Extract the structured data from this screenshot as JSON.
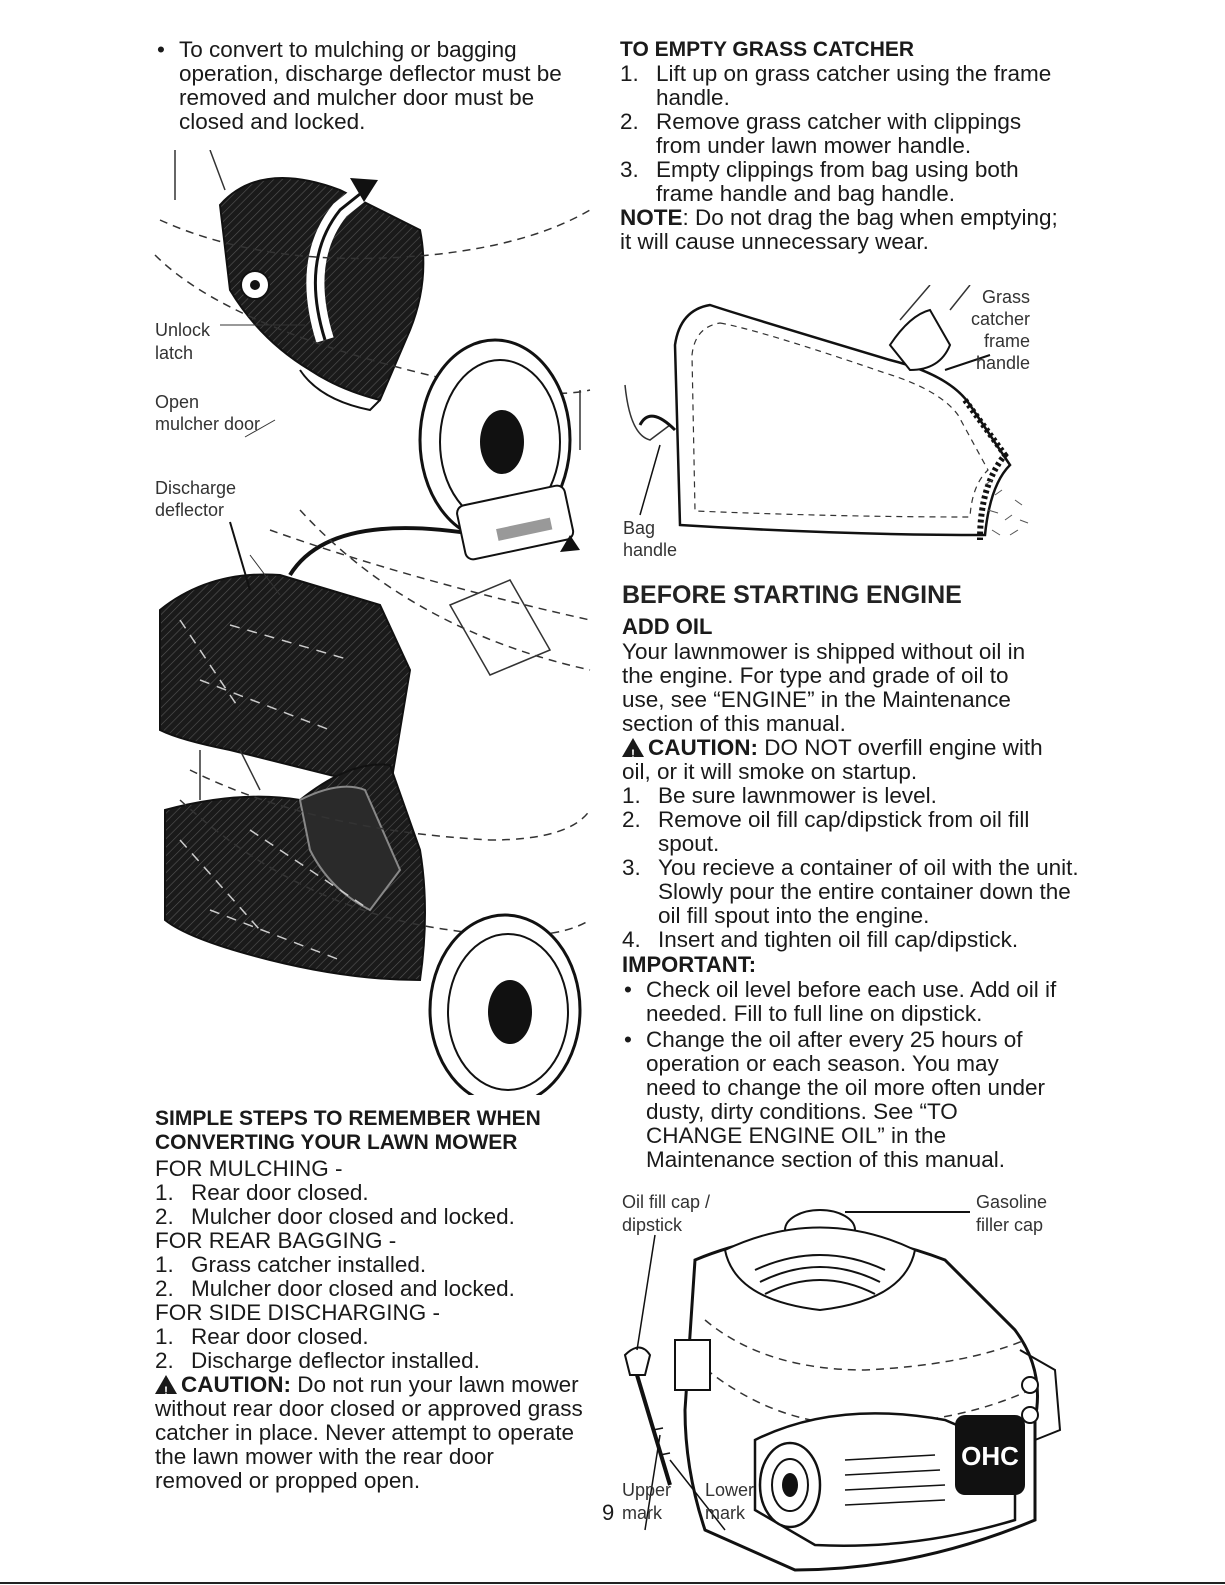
{
  "left": {
    "intro_bullet": "To convert to mulching or bagging operation, discharge deflector must be removed and mulcher door must be closed and locked.",
    "fig1_labels": {
      "unlock": "Unlock",
      "latch": "latch",
      "open": "Open",
      "mulcher_door": "mulcher door",
      "discharge": "Discharge",
      "deflector": "deflector"
    },
    "simple_steps_heading_1": "SIMPLE STEPS TO REMEMBER WHEN",
    "simple_steps_heading_2": "CONVERTING YOUR LAWN MOWER",
    "mulching_heading": "FOR MULCHING -",
    "mulching_steps": [
      "Rear door closed.",
      "Mulcher door closed and locked."
    ],
    "rear_bagging_heading": "FOR REAR BAGGING -",
    "rear_bagging_steps": [
      "Grass catcher installed.",
      "Mulcher door closed and locked."
    ],
    "side_heading": "FOR SIDE DISCHARGING -",
    "side_steps": [
      "Rear door closed.",
      "Discharge deflector installed."
    ],
    "caution_label": "CAUTION:",
    "caution_text": "Do not run your lawn mower without rear door closed or approved grass catcher in place. Never attempt to operate the lawn mower with the rear door removed or propped open."
  },
  "right": {
    "empty_heading": "TO EMPTY GRASS CATCHER",
    "empty_steps": [
      "Lift up on grass catcher using the frame handle.",
      "Remove grass catcher with clippings from under lawn mower handle.",
      "Empty clippings from bag using both frame handle and bag handle."
    ],
    "note_label": "NOTE",
    "note_text": ": Do not drag the bag when emptying; it will cause unnecessary wear.",
    "fig2_labels": {
      "grass": "Grass",
      "catcher": "catcher",
      "frame": "frame",
      "handle": "handle",
      "bag": "Bag",
      "bag_handle": "handle"
    },
    "before_heading": "BEFORE STARTING ENGINE",
    "add_oil_heading": "ADD OIL",
    "add_oil_text": "Your lawnmower is shipped without oil in the engine. For type and grade of oil to use, see “ENGINE” in the Maintenance section of this manual.",
    "caution_label": "CAUTION:",
    "caution_text": "DO NOT overfill engine with oil, or it will smoke on startup.",
    "oil_steps": [
      "Be sure lawnmower is level.",
      "Remove oil fill cap/dipstick from oil fill spout.",
      "You recieve a container of oil with the unit. Slowly pour the entire container down the oil fill spout into the engine.",
      "Insert and tighten oil fill cap/dipstick."
    ],
    "important_label": "IMPORTANT:",
    "important_bullets": [
      "Check oil level before each use. Add oil if needed. Fill to full line on dipstick.",
      "Change the oil after every 25 hours of operation or each season. You may need to change the oil more often under dusty, dirty conditions. See “TO CHANGE ENGINE OIL” in the Maintenance section of this manual."
    ],
    "fig3_labels": {
      "oil_fill_cap": "Oil fill cap /",
      "dipstick": "dipstick",
      "gasoline": "Gasoline",
      "filler_cap": "filler cap",
      "upper": "Upper",
      "upper_mark": "mark",
      "lower": "Lower",
      "lower_mark": "mark",
      "engine_logo": "OHC"
    }
  },
  "page_number": "9"
}
